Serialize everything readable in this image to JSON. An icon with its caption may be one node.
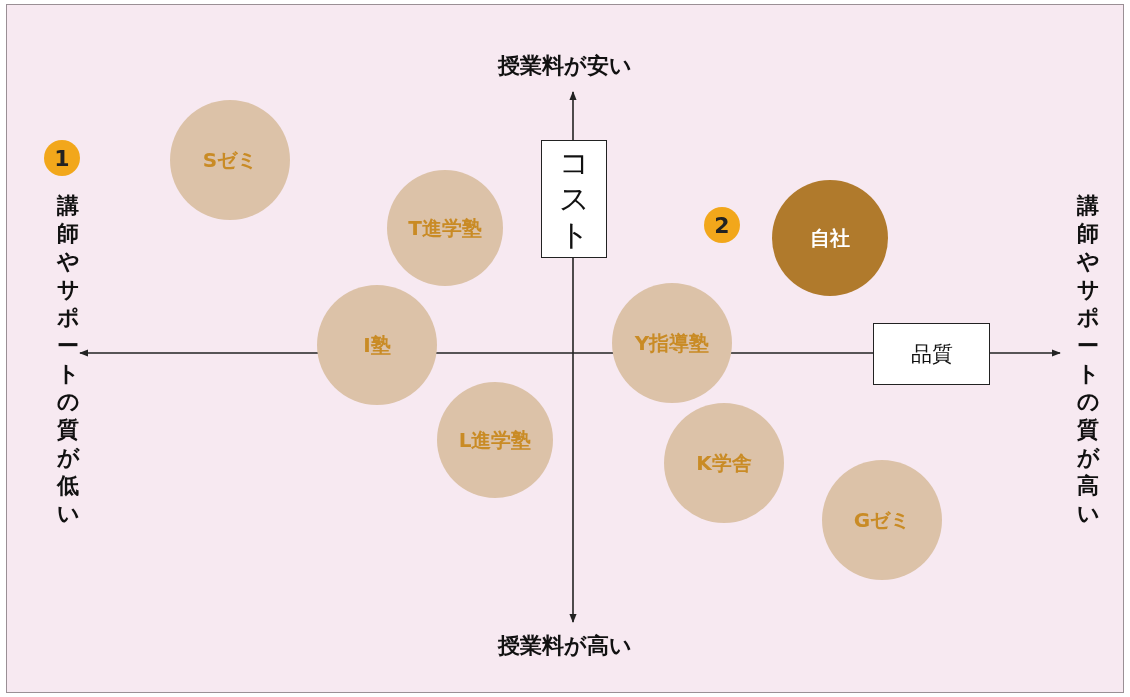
{
  "diagram": {
    "nodes": [
      {
        "text": [
          "Sゼミ"
        ]
      },
      {
        "text": [
          "T進学塾"
        ]
      },
      {
        "text": [
          "コスト"
        ]
      },
      {
        "text": [
          "自社"
        ]
      },
      {
        "text": [
          "I塾"
        ]
      },
      {
        "text": [
          "Y指導塾"
        ]
      },
      {
        "text": [
          "品質"
        ]
      },
      {
        "text": [
          "L進学塾"
        ]
      },
      {
        "text": [
          "K学舎"
        ]
      },
      {
        "text": [
          "Gゼミ"
        ]
      }
    ],
    "labels": [
      "授業料が安い",
      "1",
      "講師やサポートの質が低い",
      "2",
      "講師やサポートの質が高い",
      "授業料が高い"
    ]
  }
}
